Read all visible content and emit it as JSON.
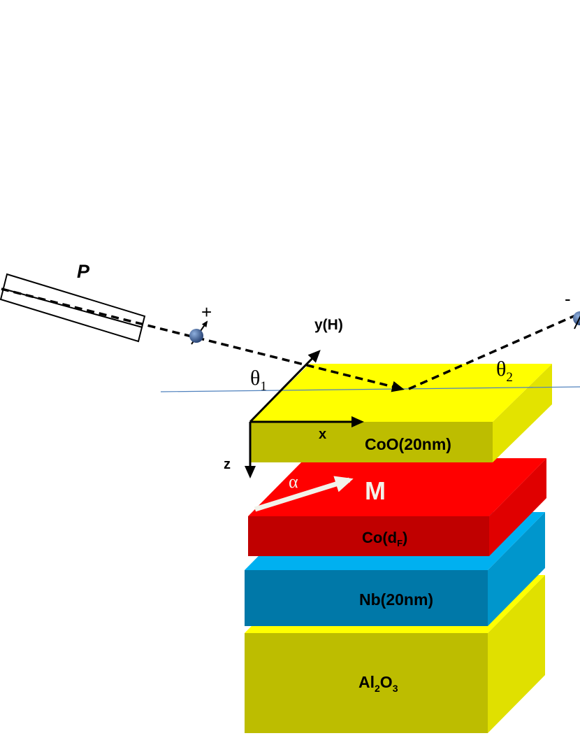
{
  "labels": {
    "polarizer": "P",
    "spin_in_sign": "+",
    "spin_out_sign": "-",
    "axis_y": "y(H)",
    "axis_x": "x",
    "axis_z": "z",
    "theta_in": "θ",
    "theta_in_sub": "1",
    "theta_out": "θ",
    "theta_out_sub": "2",
    "alpha": "α",
    "magnetization": "M"
  },
  "layers": {
    "coo": "CoO(20nm)",
    "co_main": "Co(d",
    "co_sub": "F",
    "co_close": ")",
    "nb": "Nb(20nm)",
    "al_a": "Al",
    "al_sub1": "2",
    "al_b": "O",
    "al_sub2": "3"
  },
  "colors": {
    "coo_top": "#ffff00",
    "coo_front": "#bdbd00",
    "coo_side": "#e3e300",
    "co_top": "#ff0000",
    "co_front": "#c00000",
    "co_side": "#e00000",
    "nb_top": "#00b0f0",
    "nb_front": "#0078a8",
    "nb_side": "#0096cc",
    "al_top": "#ffff00",
    "al_front": "#bdbd00",
    "al_side": "#e0e000",
    "spin_ball": "#3b5a8c",
    "surface_line": "#4f81bd"
  }
}
